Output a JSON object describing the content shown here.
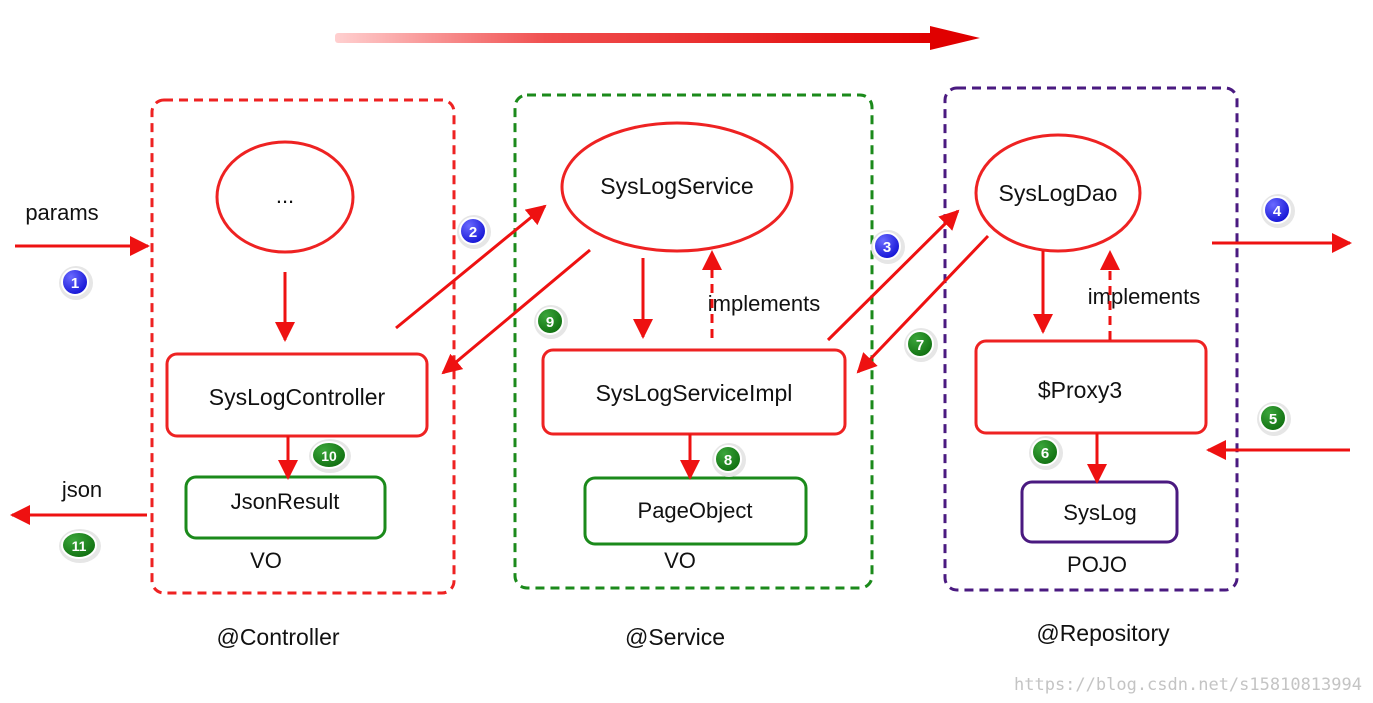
{
  "layers": {
    "controller": {
      "label": "@Controller",
      "color": "#ee2222"
    },
    "service": {
      "label": "@Service",
      "color": "#1b8a1b"
    },
    "repository": {
      "label": "@Repository",
      "color": "#4a1a80"
    }
  },
  "nodes": {
    "ellipsis": "...",
    "syslog_service": "SysLogService",
    "syslog_dao": "SysLogDao",
    "syslog_controller": "SysLogController",
    "syslog_service_impl": "SysLogServiceImpl",
    "proxy3": "$Proxy3",
    "json_result": "JsonResult",
    "page_object": "PageObject",
    "syslog": "SysLog"
  },
  "labels": {
    "params": "params",
    "json": "json",
    "implements_service": "implements",
    "implements_dao": "implements",
    "vo_controller": "VO",
    "vo_service": "VO",
    "pojo": "POJO"
  },
  "steps": {
    "s1": "1",
    "s2": "2",
    "s3": "3",
    "s4": "4",
    "s5": "5",
    "s6": "6",
    "s7": "7",
    "s8": "8",
    "s9": "9",
    "s10": "10",
    "s11": "11"
  },
  "colors": {
    "arrow": "#ee1111",
    "badge_blue": "#1010dd",
    "badge_green": "#127a12"
  },
  "watermark": "https://blog.csdn.net/s15810813994"
}
